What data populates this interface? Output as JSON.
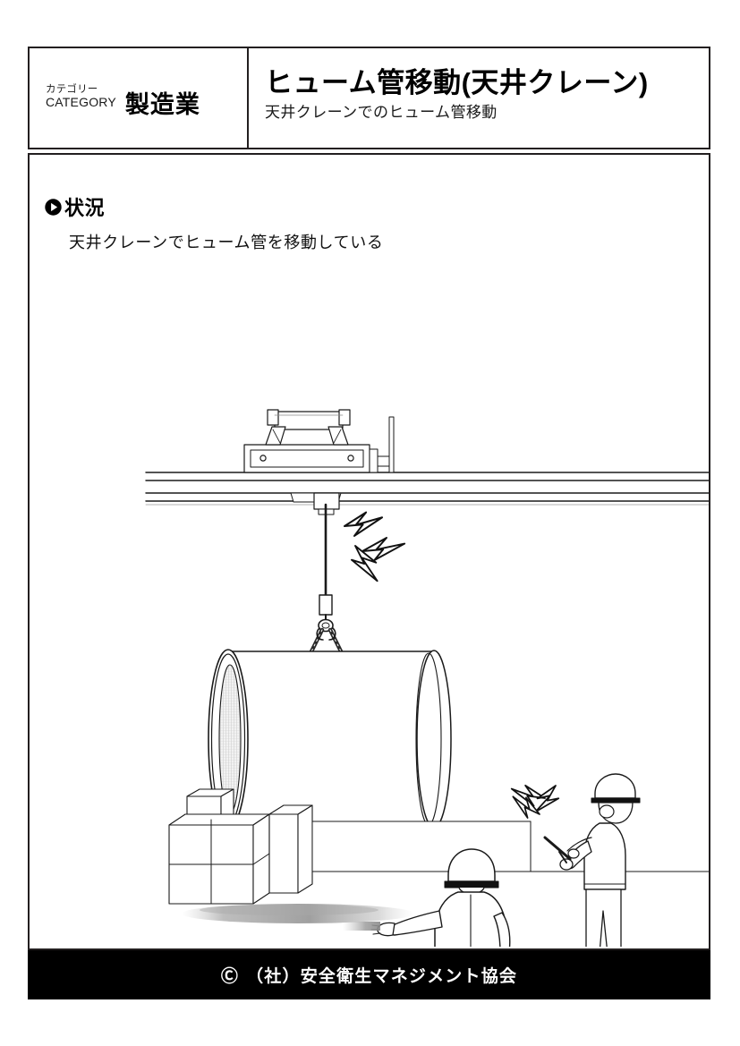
{
  "header": {
    "category_label_jp": "カテゴリー",
    "category_label_en": "CATEGORY",
    "category_value": "製造業",
    "title": "ヒューム管移動(天井クレーン)",
    "subtitle": "天井クレーンでのヒューム管移動"
  },
  "section": {
    "bullet_icon": "play-circle-icon",
    "heading": "状況",
    "body": "天井クレーンでヒューム管を移動している"
  },
  "illustration": {
    "name": "overhead-crane-hume-pipe-scene",
    "elements": [
      "overhead-crane-trolley",
      "crane-runway-girder",
      "hoist-rope",
      "hook-block",
      "wire-rope-slings",
      "hume-pipe",
      "stacked-blocks",
      "ground-shadow",
      "worker-signaling",
      "worker-with-pendant-control",
      "flash-marks-crane",
      "flash-marks-pendant"
    ]
  },
  "footer": {
    "copyright_symbol": "Ⓒ",
    "text": "（社）安全衛生マネジメント協会"
  },
  "colors": {
    "border": "#231f20",
    "footer_background": "#000000",
    "footer_text": "#ffffff",
    "page_background": "#ffffff",
    "line_art": "#1a1a1a",
    "shadow": "#9a9a9a"
  }
}
